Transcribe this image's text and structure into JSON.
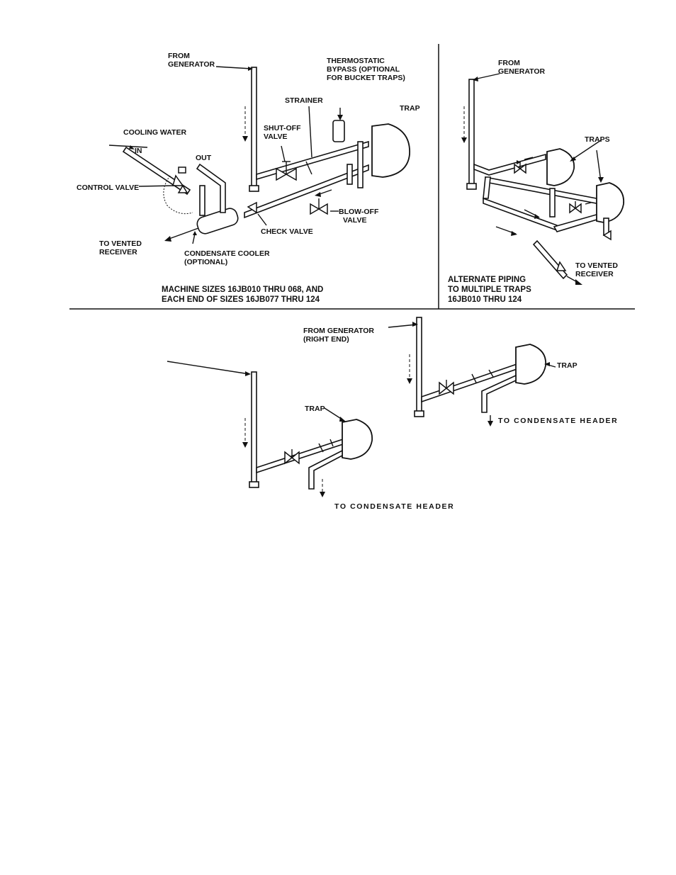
{
  "panels": {
    "main": {
      "labels": {
        "from_generator": [
          "FROM",
          "GENERATOR"
        ],
        "thermostatic_bypass": [
          "THERMOSTATIC",
          "BYPASS (OPTIONAL",
          "FOR BUCKET TRAPS)"
        ],
        "strainer": "STRAINER",
        "trap": "TRAP",
        "shut_off_valve": [
          "SHUT-OFF",
          "VALVE"
        ],
        "cooling_water": "COOLING WATER",
        "in": "IN",
        "out": "OUT",
        "control_valve": "CONTROL VALVE",
        "blow_off_valve": [
          "BLOW-OFF",
          "VALVE"
        ],
        "check_valve": "CHECK VALVE",
        "to_vented_receiver": [
          "TO VENTED",
          "RECEIVER"
        ],
        "condensate_cooler": [
          "CONDENSATE COOLER",
          "(OPTIONAL)"
        ]
      },
      "caption": [
        "MACHINE SIZES 16JB010 THRU 068, AND",
        "EACH END OF SIZES 16JB077 THRU 124"
      ]
    },
    "alternate": {
      "labels": {
        "from_generator": [
          "FROM",
          "GENERATOR"
        ],
        "traps": "TRAPS",
        "to_vented_receiver": [
          "TO VENTED",
          "RECEIVER"
        ]
      },
      "caption": [
        "ALTERNATE PIPING",
        "TO MULTIPLE TRAPS",
        "16JB010 THRU 124"
      ]
    },
    "bottom": {
      "labels": {
        "from_generator_right": [
          "FROM GENERATOR",
          "(RIGHT END)"
        ],
        "trap_right": "TRAP",
        "trap_left": "TRAP",
        "to_condensate_header_right": "TO CONDENSATE HEADER",
        "to_condensate_header_left": "TO CONDENSATE HEADER"
      }
    }
  }
}
